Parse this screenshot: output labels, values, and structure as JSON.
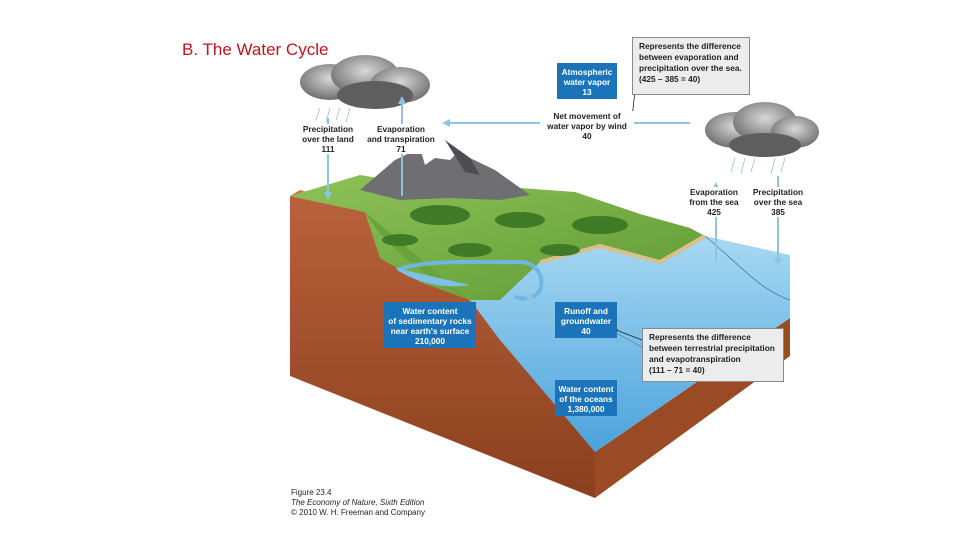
{
  "title": "B. The Water Cycle",
  "atmosphere": {
    "vapor_box": {
      "line1": "Atmospheric",
      "line2": "water vapor",
      "value": "13"
    },
    "net_movement": {
      "line1": "Net movement of",
      "line2": "water vapor by wind",
      "value": "40"
    },
    "sea_note": {
      "line1": "Represents the difference",
      "line2": "between evaporation and",
      "line3": "precipitation over the sea.",
      "line4": "(425 – 385 = 40)"
    }
  },
  "land": {
    "precipitation": {
      "line1": "Precipitation",
      "line2": "over the land",
      "value": "111"
    },
    "evaporation": {
      "line1": "Evaporation",
      "line2": "and transpiration",
      "value": "71"
    }
  },
  "sea": {
    "evaporation": {
      "line1": "Evaporation",
      "line2": "from the sea",
      "value": "425"
    },
    "precipitation": {
      "line1": "Precipitation",
      "line2": "over the sea",
      "value": "385"
    }
  },
  "reservoirs": {
    "sedimentary": {
      "line1": "Water content",
      "line2": "of sedimentary rocks",
      "line3": "near earth's surface",
      "value": "210,000"
    },
    "runoff": {
      "line1": "Runoff and",
      "line2": "groundwater",
      "value": "40"
    },
    "oceans": {
      "line1": "Water content",
      "line2": "of the oceans",
      "value": "1,380,000"
    }
  },
  "land_note": {
    "line1": "Represents the difference",
    "line2": "between terrestrial precipitation",
    "line3": "and evapotranspiration",
    "line4": "(111 – 71 = 40)"
  },
  "caption": {
    "line1": "Figure 23.4",
    "line2": "The Economy of Nature, Sixth Edition",
    "line3": "© 2010 W. H. Freeman and Company"
  },
  "colors": {
    "title": "#c0141c",
    "box_blue": "#1b74b9",
    "arrow_blue": "#8fc3e4",
    "ocean": "#6fb7e3",
    "land_green": "#7cb648",
    "soil": "#a6512a"
  }
}
